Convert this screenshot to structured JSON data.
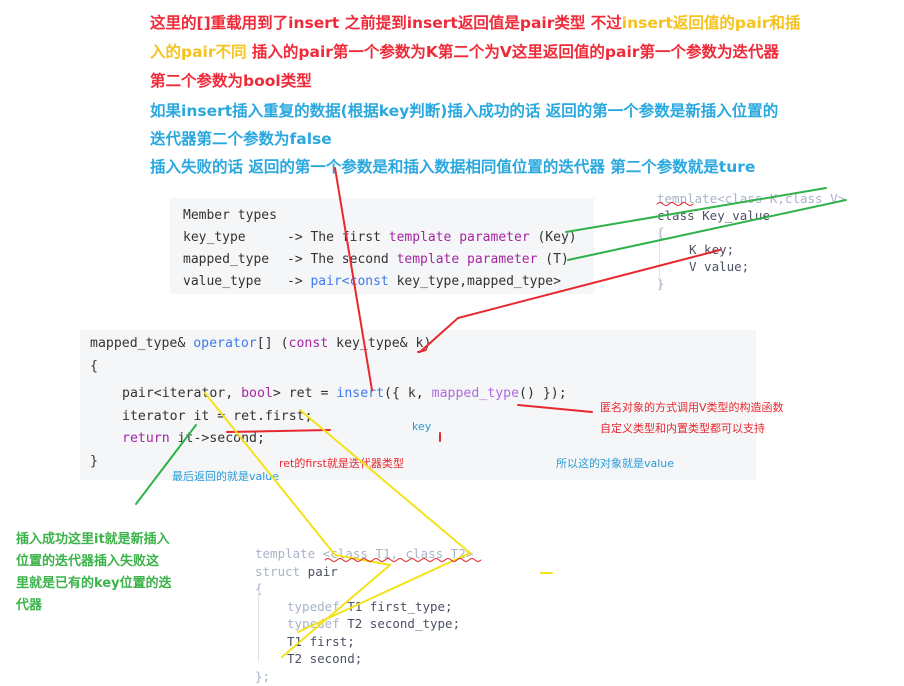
{
  "notes": {
    "top_line1": "这里的[]重载用到了insert  之前提到insert返回值是pair类型  不过",
    "top_line1_yellow": "insert返回值的pair和插",
    "top_line2_yellow": "入的pair不同",
    "top_line2_red": "  插入的pair第一个参数为K第二个为V这里返回值的pair第一个参数为迭代器",
    "top_line3": "第二个参数为bool类型",
    "blue_line1": "如果insert插入重复的数据(根据key判断)插入成功的话 返回的第一个参数是新插入位置的",
    "blue_line2": "迭代器第二个参数为false",
    "blue_line3": "插入失败的话 返回的第一个参数是和插入数据相同值位置的迭代器 第二个参数就是ture"
  },
  "member_types": {
    "header": "Member types",
    "rows": [
      {
        "name": "key_type",
        "arrow": "->",
        "text1": "The first ",
        "text2": "template parameter",
        "text3": " (Key)"
      },
      {
        "name": "mapped_type",
        "arrow": "->",
        "text1": "The second ",
        "text2": "template parameter",
        "text3": " (T)"
      },
      {
        "name": "value_type",
        "arrow": "->",
        "text1": "",
        "text2": "pair<const",
        "text3": " key_type,mapped_type>"
      }
    ]
  },
  "key_value_snippet": {
    "l1": "template<class K,class V>",
    "l2": "class Key_value",
    "l3": "{",
    "l4": "K key;",
    "l5": "V value;",
    "l6": "}"
  },
  "operator_code": {
    "l1a": "mapped_type& ",
    "l1b": "operator",
    "l1c": "[] (",
    "l1d": "const",
    "l1e": " key_type& k)",
    "l2": "{",
    "l3a": "pair<iterator, ",
    "l3b": "bool",
    "l3c": "> ret = ",
    "l3d": "insert",
    "l3e": "({ k, ",
    "l3f": "mapped_type",
    "l3g": "() });",
    "l4": "iterator it = ret.first;",
    "l5a": "return",
    "l5b": " it->second;",
    "l6": "}"
  },
  "annotations": {
    "anon_ctor_1": "匿名对象的方式调用V类型的构造函数",
    "anon_ctor_2": "自定义类型和内置类型都可以支持",
    "key": "key",
    "ret_first": "ret的first就是迭代器类型",
    "so_value": "所以这的对象就是value",
    "final_return": "最后返回的就是value"
  },
  "green_note": {
    "l1": "插入成功这里it就是新插入",
    "l2": "位置的迭代器插入失败这",
    "l3": "里就是已有的key位置的迭",
    "l4": "代器"
  },
  "pair_struct": {
    "l1a": "template ",
    "l1b": "<class T1, class T2>",
    "l2a": "struct",
    "l2b": " pair",
    "l3": "{",
    "l4a": "typedef",
    "l4b": " T1 first_type;",
    "l5a": "typedef",
    "l5b": " T2 second_type;",
    "l6": "T1 first;",
    "l7": "T2 second;",
    "l8": "};"
  }
}
